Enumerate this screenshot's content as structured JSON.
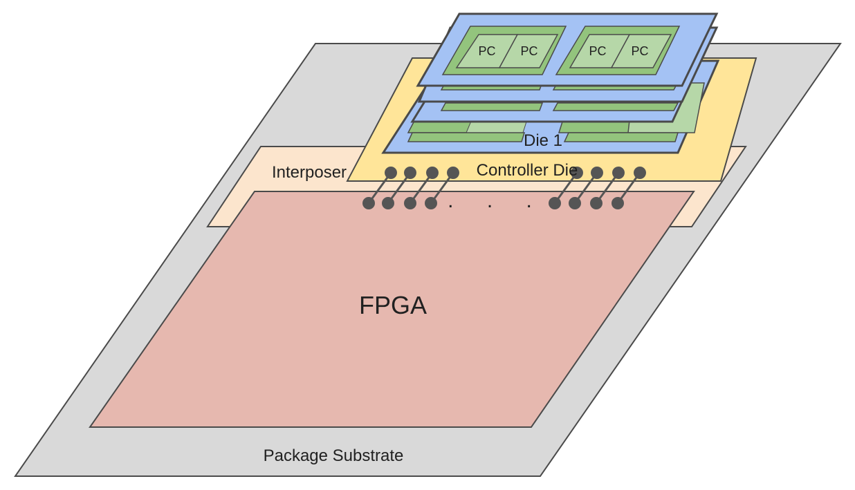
{
  "labels": {
    "package_substrate": "Package Substrate",
    "fpga": "FPGA",
    "interposer": "Interposer",
    "controller_die": "Controller Die",
    "die_1": "Die 1",
    "pseudo_channel": "PC",
    "ellipsis": ". . ."
  },
  "colors": {
    "substrate": "#d9d9d9",
    "interposer": "#fce5cd",
    "fpga": "#e6b8af",
    "controller_die": "#ffe599",
    "memory_die": "#a4c2f4",
    "channel": "#93c47d",
    "pseudo_channel": "#b6d7a8",
    "outline": "#4a4a4a",
    "connection": "#555555"
  }
}
